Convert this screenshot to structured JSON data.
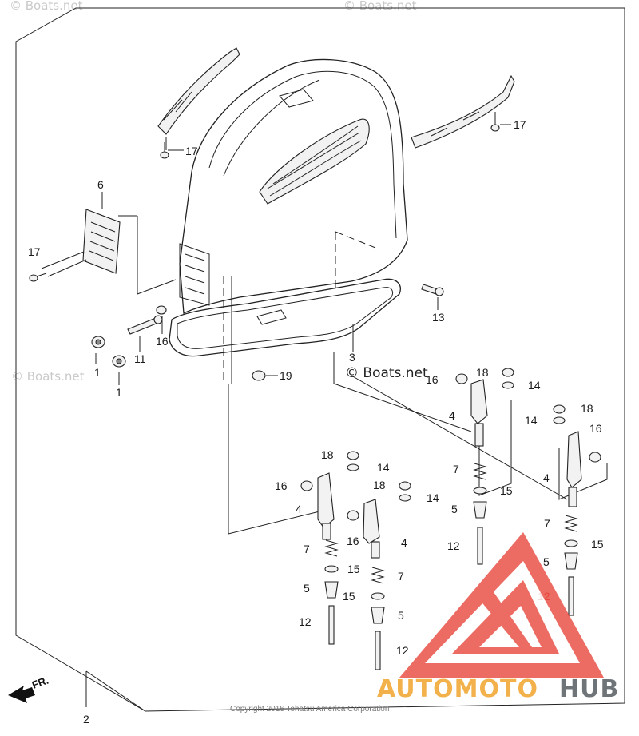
{
  "watermark_text": "© Boats.net",
  "watermark_mid": "© Boats.net",
  "copyright": "Copyright 2016 Tohatsu America Corporation",
  "direction_label": "FR.",
  "brand": {
    "part1": "AUTOMOTO",
    "part2": "HUB",
    "color_accent": "#e8473d",
    "color_orange": "#f2b14a",
    "color_gray": "#6e7478"
  },
  "callouts": {
    "c1a": "1",
    "c1b": "1",
    "c2": "2",
    "c3": "3",
    "c4a": "4",
    "c4b": "4",
    "c4c": "4",
    "c4d": "4",
    "c5a": "5",
    "c5b": "5",
    "c5c": "5",
    "c6": "6",
    "c7a": "7",
    "c7b": "7",
    "c7c": "7",
    "c7d": "7",
    "c11": "11",
    "c12a": "12",
    "c12b": "12",
    "c12c": "12",
    "c12d": "12",
    "c13": "13",
    "c14a": "14",
    "c14b": "14",
    "c14c": "14",
    "c14d": "14",
    "c15a": "15",
    "c15b": "15",
    "c15c": "15",
    "c15d": "15",
    "c16a": "16",
    "c16b": "16",
    "c16c": "16",
    "c16d": "16",
    "c16e": "16",
    "c17a": "17",
    "c17b": "17",
    "c17c": "17",
    "c18a": "18",
    "c18b": "18",
    "c18c": "18",
    "c18d": "18",
    "c19": "19"
  }
}
